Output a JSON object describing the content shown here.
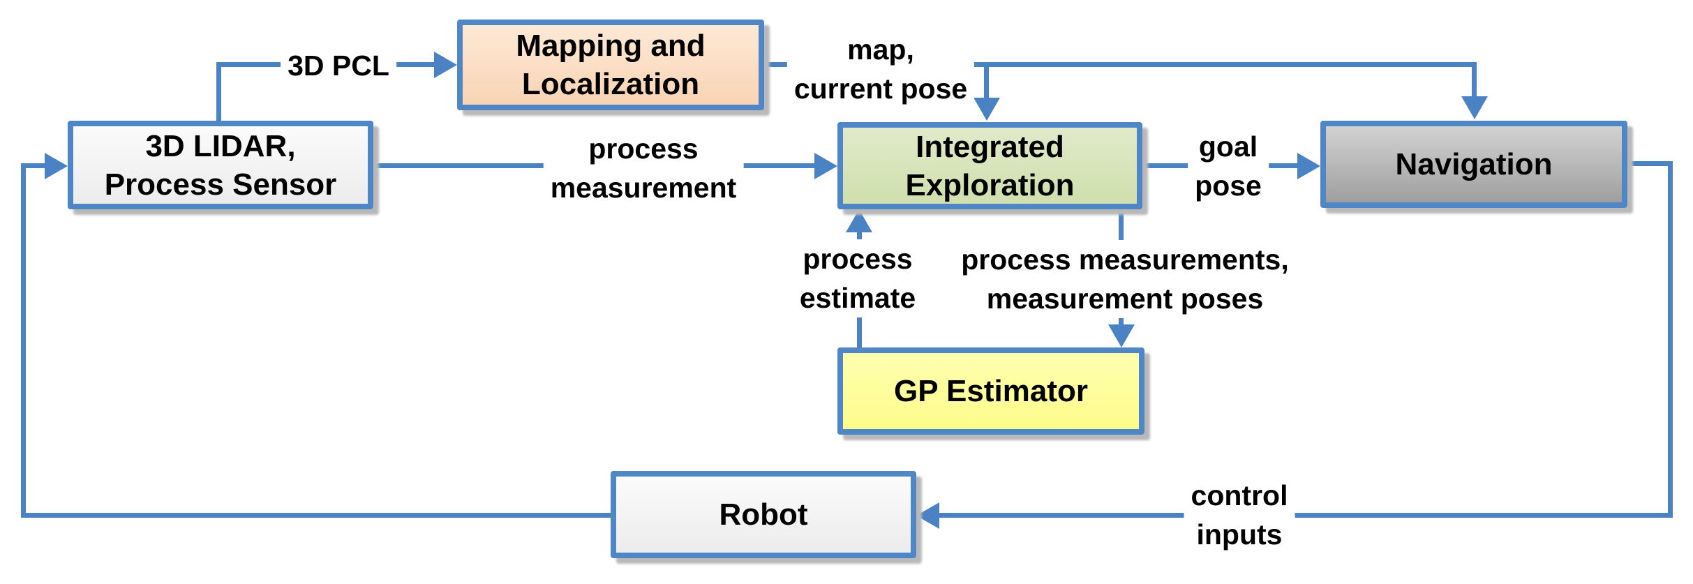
{
  "palette": {
    "line_blue": "#4a82c4",
    "box_border_blue": "#4f86c6",
    "mapping_fill": "#fbdcc2",
    "exploration_fill": "#d8e3bc",
    "navigation_fill": "#b5b5b5",
    "estimator_fill": "#feff9d",
    "neutral_fill": "#f4f4f4",
    "text_color": "#000000"
  },
  "boxes": {
    "mapping": {
      "label": "Mapping and\nLocalization"
    },
    "lidar": {
      "label": "3D LIDAR,\nProcess Sensor"
    },
    "exploration": {
      "label": "Integrated\nExploration"
    },
    "navigation": {
      "label": "Navigation"
    },
    "estimator": {
      "label": "GP Estimator"
    },
    "robot": {
      "label": "Robot"
    }
  },
  "edges": {
    "pcl": {
      "label": "3D PCL"
    },
    "map_pose": {
      "label": "map,\ncurrent pose"
    },
    "process_measurement": {
      "label": "process\nmeasurement"
    },
    "goal_pose": {
      "label": "goal\npose"
    },
    "process_estimate": {
      "label": "process\nestimate"
    },
    "measurements_poses": {
      "label": "process measurements,\nmeasurement poses"
    },
    "control_inputs": {
      "label": "control\ninputs"
    }
  }
}
